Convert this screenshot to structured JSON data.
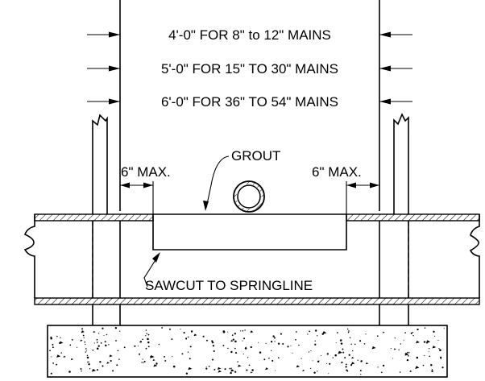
{
  "dimensions": {
    "width_8_12": "4'-0\" FOR 8\" to 12\" MAINS",
    "width_15_30": "5'-0\" FOR 15\" TO 30\" MAINS",
    "width_36_54": "6'-0\" FOR 36\" TO 54\" MAINS"
  },
  "labels": {
    "max_left": "6\" MAX.",
    "max_right": "6\" MAX.",
    "grout": "GROUT",
    "sawcut": "SAWCUT TO SPRINGLINE"
  }
}
